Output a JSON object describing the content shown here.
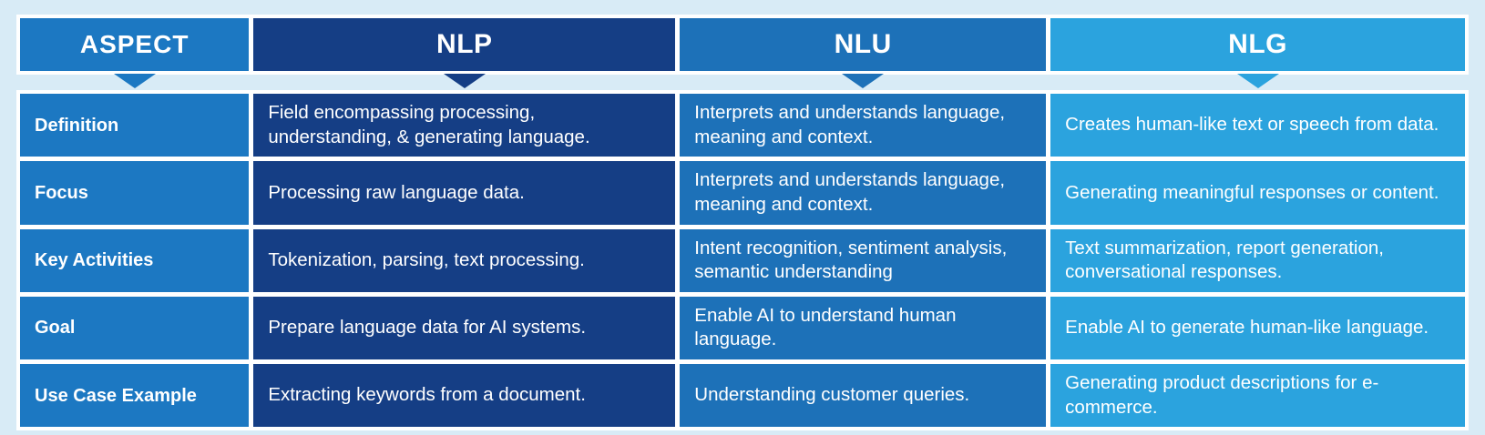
{
  "chart_data": {
    "type": "table",
    "title": "",
    "columns": [
      "ASPECT",
      "NLP",
      "NLU",
      "NLG"
    ],
    "rows": [
      [
        "Definition",
        "Field encompassing processing, understanding, & generating language.",
        "Interprets and understands language, meaning and context.",
        "Creates human-like text or speech from data."
      ],
      [
        "Focus",
        "Processing raw language data.",
        "Interprets and understands language, meaning and context.",
        "Generating meaningful responses or content."
      ],
      [
        "Key Activities",
        "Tokenization, parsing, text processing.",
        "Intent recognition, sentiment analysis, semantic understanding",
        "Text summarization, report generation, conversational responses."
      ],
      [
        "Goal",
        "Prepare language data for AI systems.",
        "Enable AI to understand human language.",
        "Enable AI to generate human-like language."
      ],
      [
        "Use Case Example",
        "Extracting keywords from a document.",
        "Understanding customer queries.",
        "Generating product descriptions for e-commerce."
      ]
    ]
  },
  "colors": {
    "aspect_column": "#1c78c2",
    "nlp_column": "#153e85",
    "nlu_column": "#1d71b8",
    "nlg_column": "#2ba3de",
    "page_background": "#d8ebf6",
    "divider": "#ffffff",
    "text": "#ffffff"
  }
}
